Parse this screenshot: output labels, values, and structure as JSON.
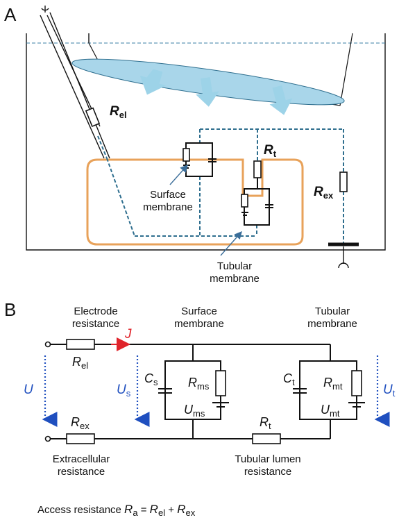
{
  "panel_a": {
    "letter": "A",
    "r_el": {
      "main": "R",
      "sub": "el"
    },
    "r_t": {
      "main": "R",
      "sub": "t"
    },
    "r_ex": {
      "main": "R",
      "sub": "ex"
    },
    "surface_membrane": [
      "Surface",
      "membrane"
    ],
    "tubular_membrane": [
      "Tubular",
      "membrane"
    ]
  },
  "panel_b": {
    "letter": "B",
    "electrode_resistance": [
      "Electrode",
      "resistance"
    ],
    "surface_membrane": [
      "Surface",
      "membrane"
    ],
    "tubular_membrane": [
      "Tubular",
      "membrane"
    ],
    "extracellular_resistance": [
      "Extracellular",
      "resistance"
    ],
    "tubular_lumen_resistance": [
      "Tubular lumen",
      "resistance"
    ],
    "J": "J",
    "U": "U",
    "Us": {
      "main": "U",
      "sub": "s"
    },
    "Ut": {
      "main": "U",
      "sub": "t"
    },
    "Rel": {
      "main": "R",
      "sub": "el"
    },
    "Rex": {
      "main": "R",
      "sub": "ex"
    },
    "Rt": {
      "main": "R",
      "sub": "t"
    },
    "Cs": {
      "main": "C",
      "sub": "s"
    },
    "Rms": {
      "main": "R",
      "sub": "ms"
    },
    "Ums": {
      "main": "U",
      "sub": "ms"
    },
    "Ct": {
      "main": "C",
      "sub": "t"
    },
    "Rmt": {
      "main": "R",
      "sub": "mt"
    },
    "Umt": {
      "main": "U",
      "sub": "mt"
    },
    "access_formula": {
      "prefix": "Access resistance ",
      "ra_main": "R",
      "ra_sub": "a",
      "eq": " = ",
      "rel_main": "R",
      "rel_sub": "el",
      "plus": " + ",
      "rex_main": "R",
      "rex_sub": "ex"
    }
  },
  "colors": {
    "dashed_wire": "#2e6e8e",
    "cell_outline": "#e8a25a",
    "arrow_blue": "#1f4fbf",
    "J_red": "#e0242b",
    "glass": "#a9d6ea"
  }
}
